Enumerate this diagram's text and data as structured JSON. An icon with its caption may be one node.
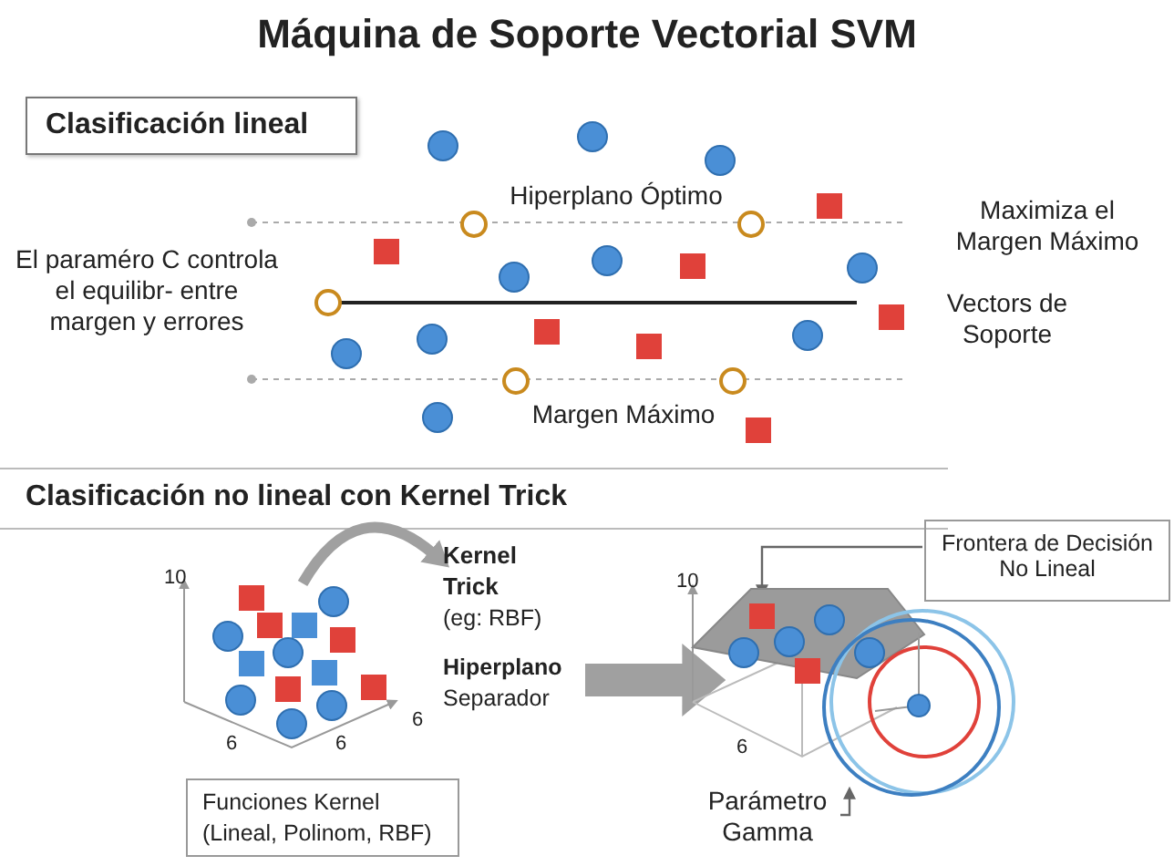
{
  "diagram": {
    "title": "Máquina de Soporte Vectorial SVM",
    "nodes": [
      {
        "text": [
          "Clasificación lineal"
        ]
      },
      {
        "text": [],
        "shape": "picture"
      },
      {
        "text": [],
        "shape": "picture"
      },
      {
        "text": [
          "Funciones Kernel (Lineal, Polinom, RBF)"
        ]
      },
      {
        "text": [
          "Frontera de Decisión No Lineal"
        ]
      },
      {
        "text": [
          "Parámetro Gamma"
        ]
      },
      {
        "text": [
          "Kernel Trick",
          "(eg: RBF)"
        ]
      }
    ],
    "edges": [
      {
        "from": null,
        "to": 2,
        "arrow": "to",
        "style": "thick",
        "color": "#a0a0a0"
      },
      {
        "from": 1,
        "to": 6,
        "arrow": "to",
        "style": "thick",
        "color": "#a0a0a0"
      },
      {
        "from": 4,
        "to": 2,
        "arrow": "to"
      },
      {
        "from": 5,
        "to": 2,
        "arrow": "to"
      }
    ],
    "labels": [
      "Hiperplano Óptimo",
      "Maximiza el Margen Máximo",
      "El paraméro C controla el equilibr- entre margen y errores",
      "Vectors de Soporte",
      "Margen Máximo",
      "Clasificación no lineal con Kernel Trick",
      "10",
      "Hiperplano",
      "Separador",
      "6",
      "6",
      "6",
      "10",
      "6"
    ]
  }
}
